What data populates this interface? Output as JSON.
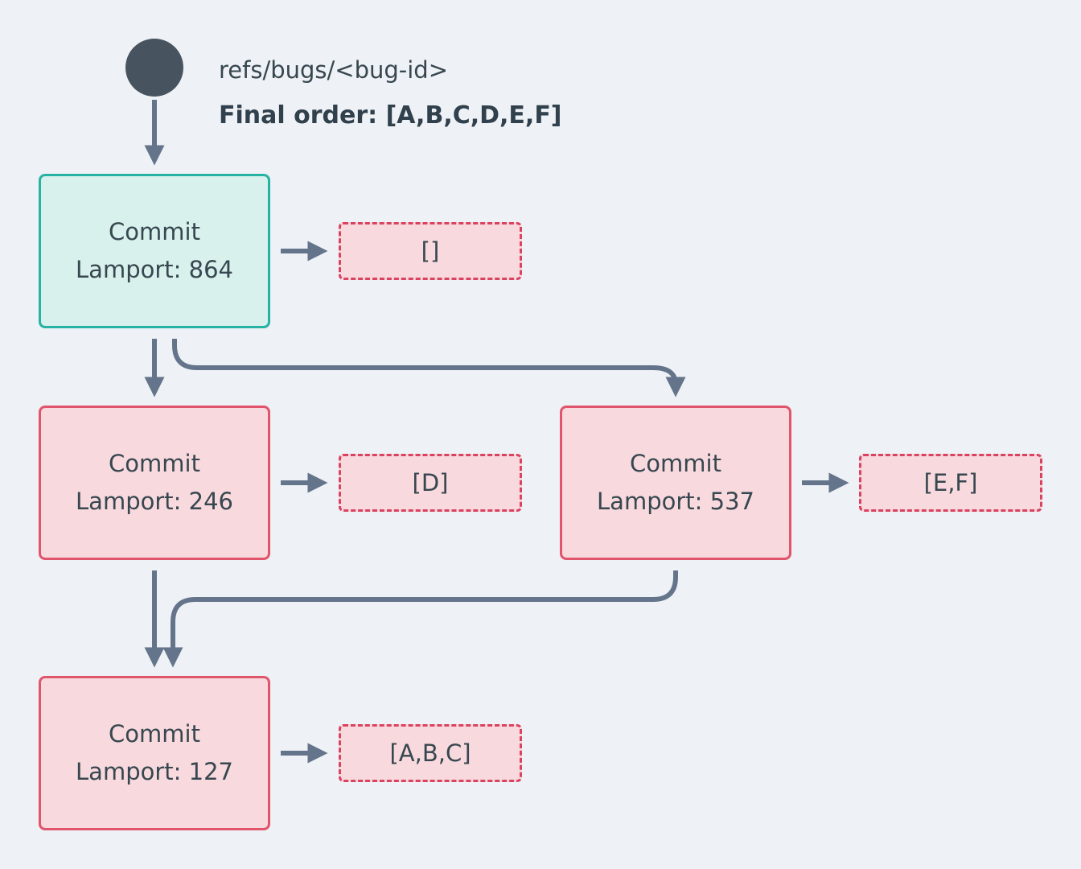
{
  "header": {
    "ref_label": "refs/bugs/<bug-id>",
    "final_order": "Final order: [A,B,C,D,E,F]"
  },
  "nodes": {
    "commit_864": {
      "line1": "Commit",
      "line2": "Lamport: 864"
    },
    "commit_246": {
      "line1": "Commit",
      "line2": "Lamport: 246"
    },
    "commit_537": {
      "line1": "Commit",
      "line2": "Lamport: 537"
    },
    "commit_127": {
      "line1": "Commit",
      "line2": "Lamport: 127"
    }
  },
  "buckets": {
    "bucket_864": "[]",
    "bucket_246": "[D]",
    "bucket_537": "[E,F]",
    "bucket_127": "[A,B,C]"
  },
  "colors": {
    "background": "#eef1f5",
    "arrow": "#64748b",
    "ref_circle": "#47545f",
    "text": "#37474f",
    "teal_border": "#26b3a4",
    "teal_fill": "#d8f1ed",
    "pink_border": "#e0556b",
    "pink_fill": "#f8d9de",
    "dashed_border": "#d94360"
  }
}
